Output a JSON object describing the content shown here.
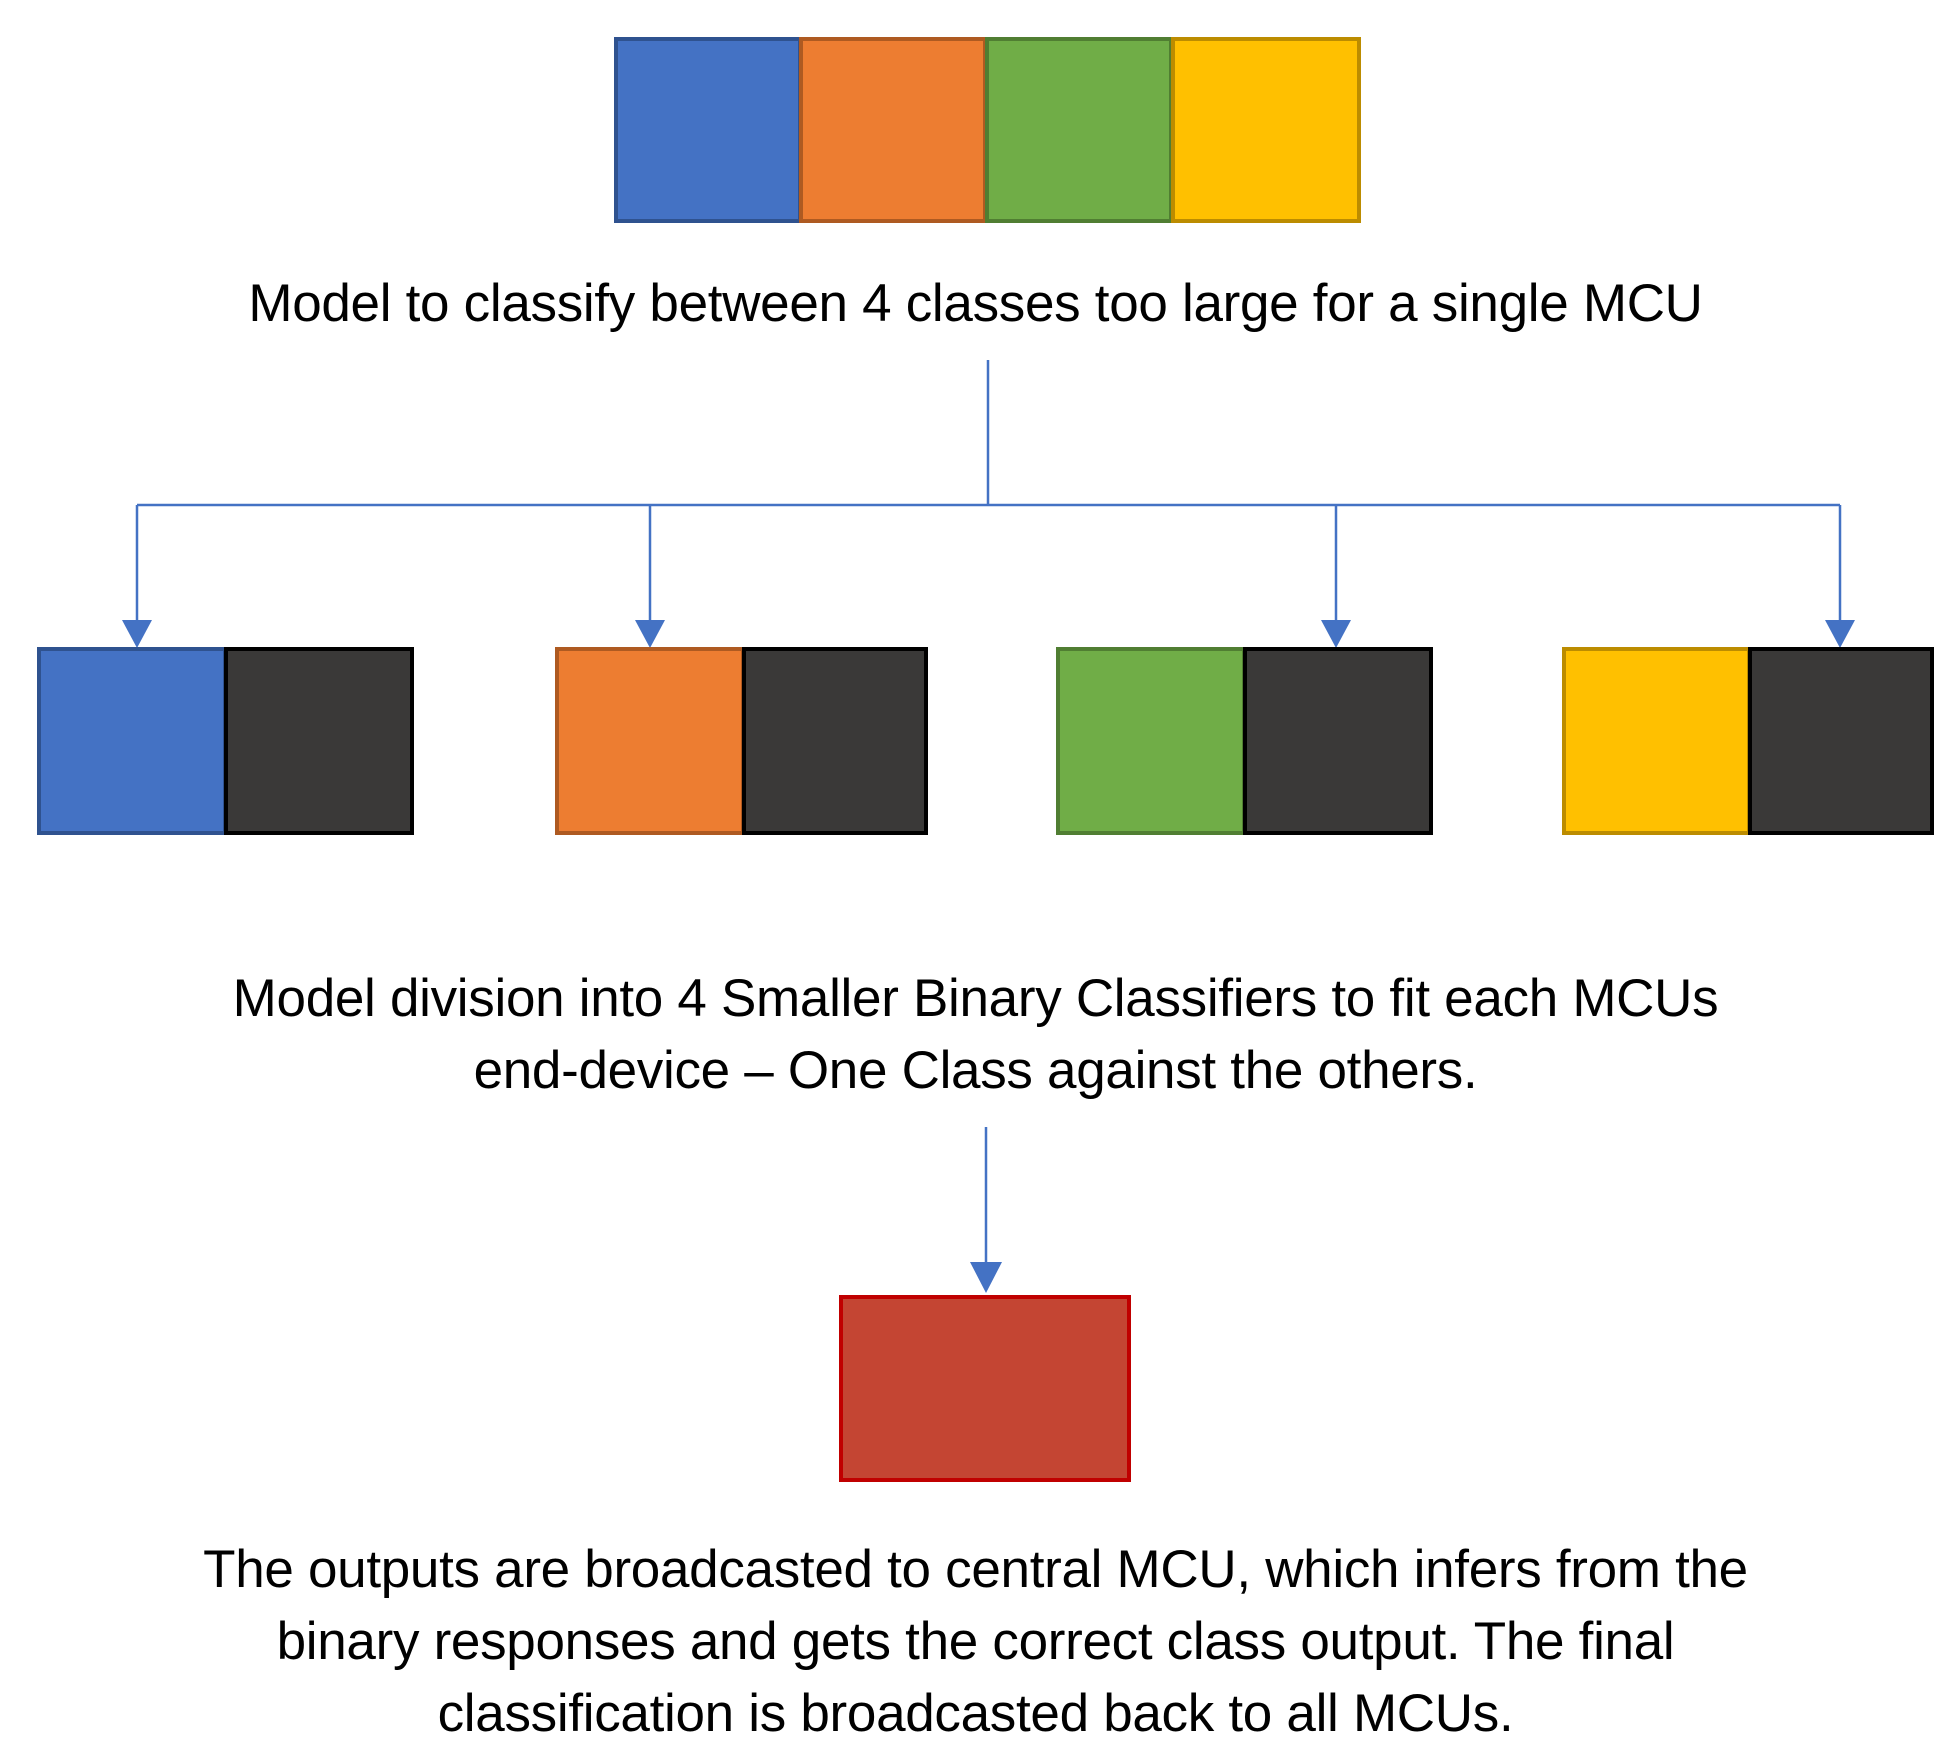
{
  "colors": {
    "blue": "#4472C4",
    "orange": "#ED7D31",
    "green": "#70AD47",
    "yellow": "#FFC000",
    "dark": "#3A3938",
    "red": "#C44533",
    "arrow": "#4472C4"
  },
  "top_model": {
    "classes": [
      "blue",
      "orange",
      "green",
      "yellow"
    ],
    "caption": "Model to classify between 4 classes too large for a single MCU"
  },
  "binary_classifiers": [
    {
      "class_color": "blue",
      "other_color": "dark"
    },
    {
      "class_color": "orange",
      "other_color": "dark"
    },
    {
      "class_color": "green",
      "other_color": "dark"
    },
    {
      "class_color": "yellow",
      "other_color": "dark"
    }
  ],
  "division_caption": {
    "line1": "Model division into 4 Smaller Binary Classifiers to fit each MCUs",
    "line2": "end-device  – One Class against the others."
  },
  "central_mcu": {
    "color": "red"
  },
  "final_caption": {
    "line1": "The outputs are broadcasted to central MCU, which infers from the",
    "line2": "binary responses and gets the correct class output. The final",
    "line3": "classification is broadcasted back to all MCUs."
  }
}
